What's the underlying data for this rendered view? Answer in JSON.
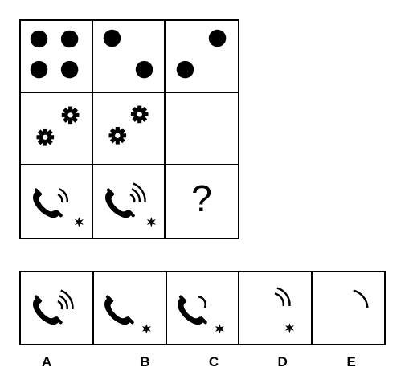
{
  "puzzle": {
    "grid": {
      "row1": [
        "four-dots",
        "two-dots-diagonal",
        "two-dots-anti-diagonal"
      ],
      "row2": [
        "two-gears",
        "two-gears",
        "empty"
      ],
      "row3": [
        "phone-two-waves-star",
        "phone-three-waves-star",
        "question-mark"
      ]
    },
    "question_mark": "?"
  },
  "options": [
    {
      "label": "A",
      "content": "phone-three-waves"
    },
    {
      "label": "B",
      "content": "phone-star"
    },
    {
      "label": "C",
      "content": "phone-one-wave-star"
    },
    {
      "label": "D",
      "content": "two-waves-star"
    },
    {
      "label": "E",
      "content": "one-wave"
    }
  ]
}
